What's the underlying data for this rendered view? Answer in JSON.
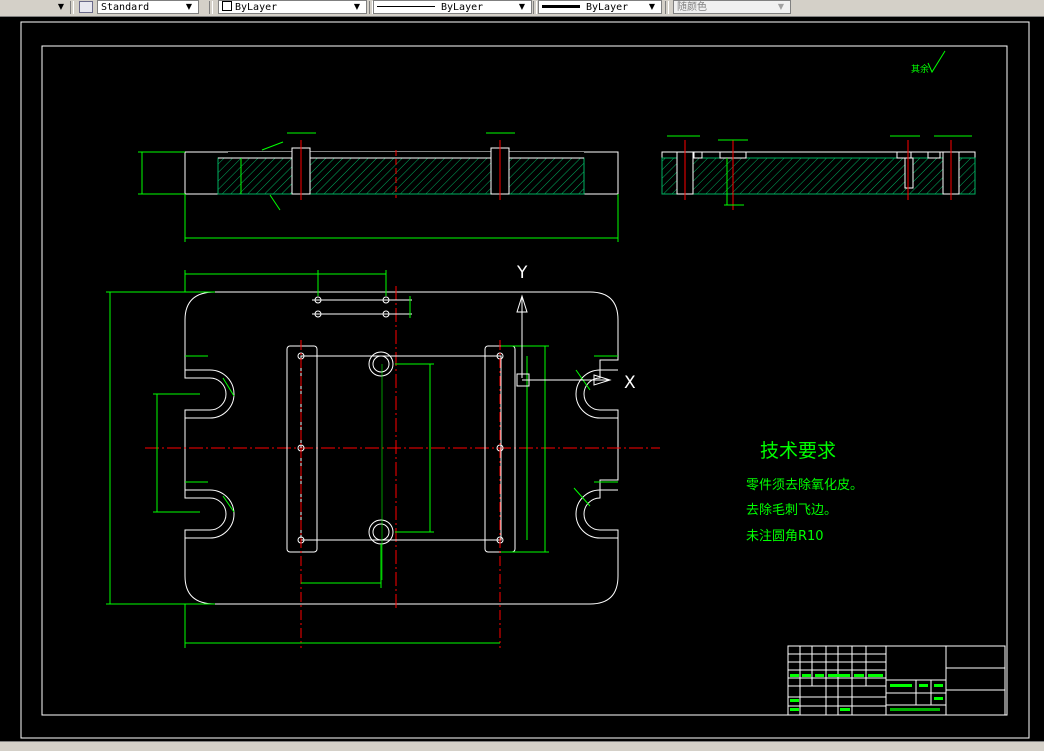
{
  "toolbar": {
    "text_style": "Standard",
    "layer": "ByLayer",
    "linetype": "ByLayer",
    "lineweight": "ByLayer",
    "plot_style": "随颜色"
  },
  "drawing": {
    "roughness_note": "其余",
    "tech_title": "技术要求",
    "tech_lines": [
      "零件须去除氧化皮。",
      "去除毛刺飞边。",
      "未注圆角R10"
    ],
    "ucs_y": "Y",
    "ucs_x": "X"
  },
  "colors": {
    "background": "#000000",
    "outline": "#ffffff",
    "dimension": "#00ff00",
    "centerline": "#ff0000",
    "hatch": "#00b060"
  }
}
